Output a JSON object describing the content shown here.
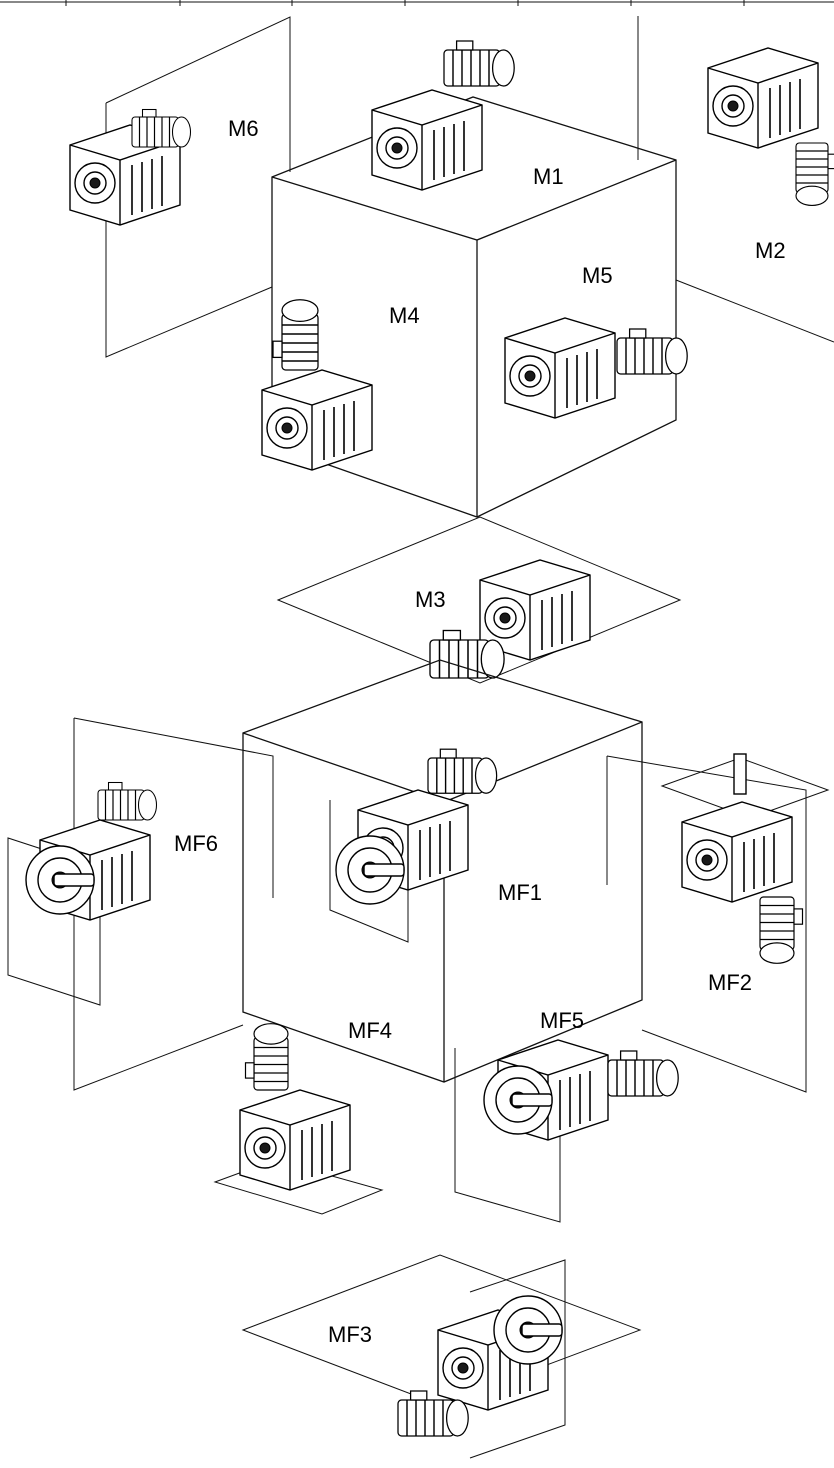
{
  "top_group": {
    "labels": {
      "m1": "M1",
      "m2": "M2",
      "m3": "M3",
      "m4": "M4",
      "m5": "M5",
      "m6": "M6"
    }
  },
  "bottom_group": {
    "labels": {
      "mf1": "MF1",
      "mf2": "MF2",
      "mf3": "MF3",
      "mf4": "MF4",
      "mf5": "MF5",
      "mf6": "MF6"
    }
  }
}
